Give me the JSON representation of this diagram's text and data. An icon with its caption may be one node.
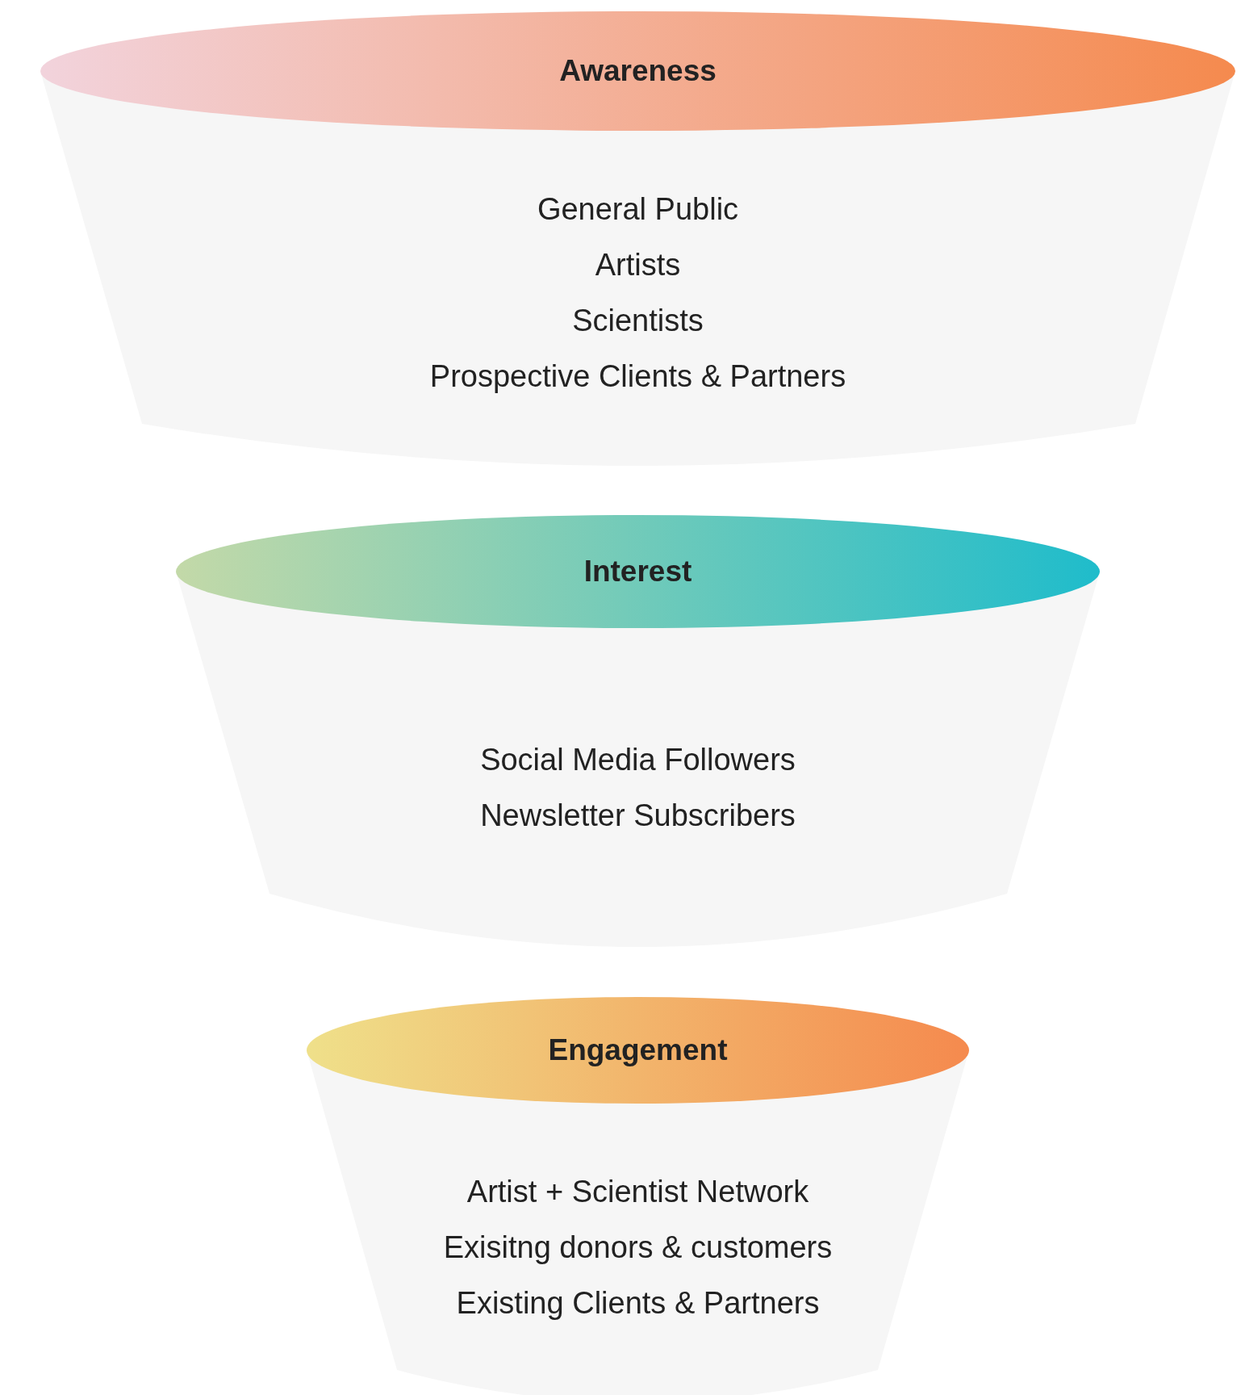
{
  "diagram": {
    "nodes": [
      {
        "text": [
          "Awareness",
          "General Public",
          "Artists",
          "Scientists",
          "Prospective Clients & Partners"
        ]
      },
      {
        "text": [
          "Interest",
          "Social Media Followers",
          "Newsletter Subscribers"
        ]
      },
      {
        "text": [
          "Engagement",
          "Artist + Scientist Network",
          "Exisitng donors & customers",
          "Existing Clients & Partners"
        ]
      }
    ],
    "edges": []
  }
}
